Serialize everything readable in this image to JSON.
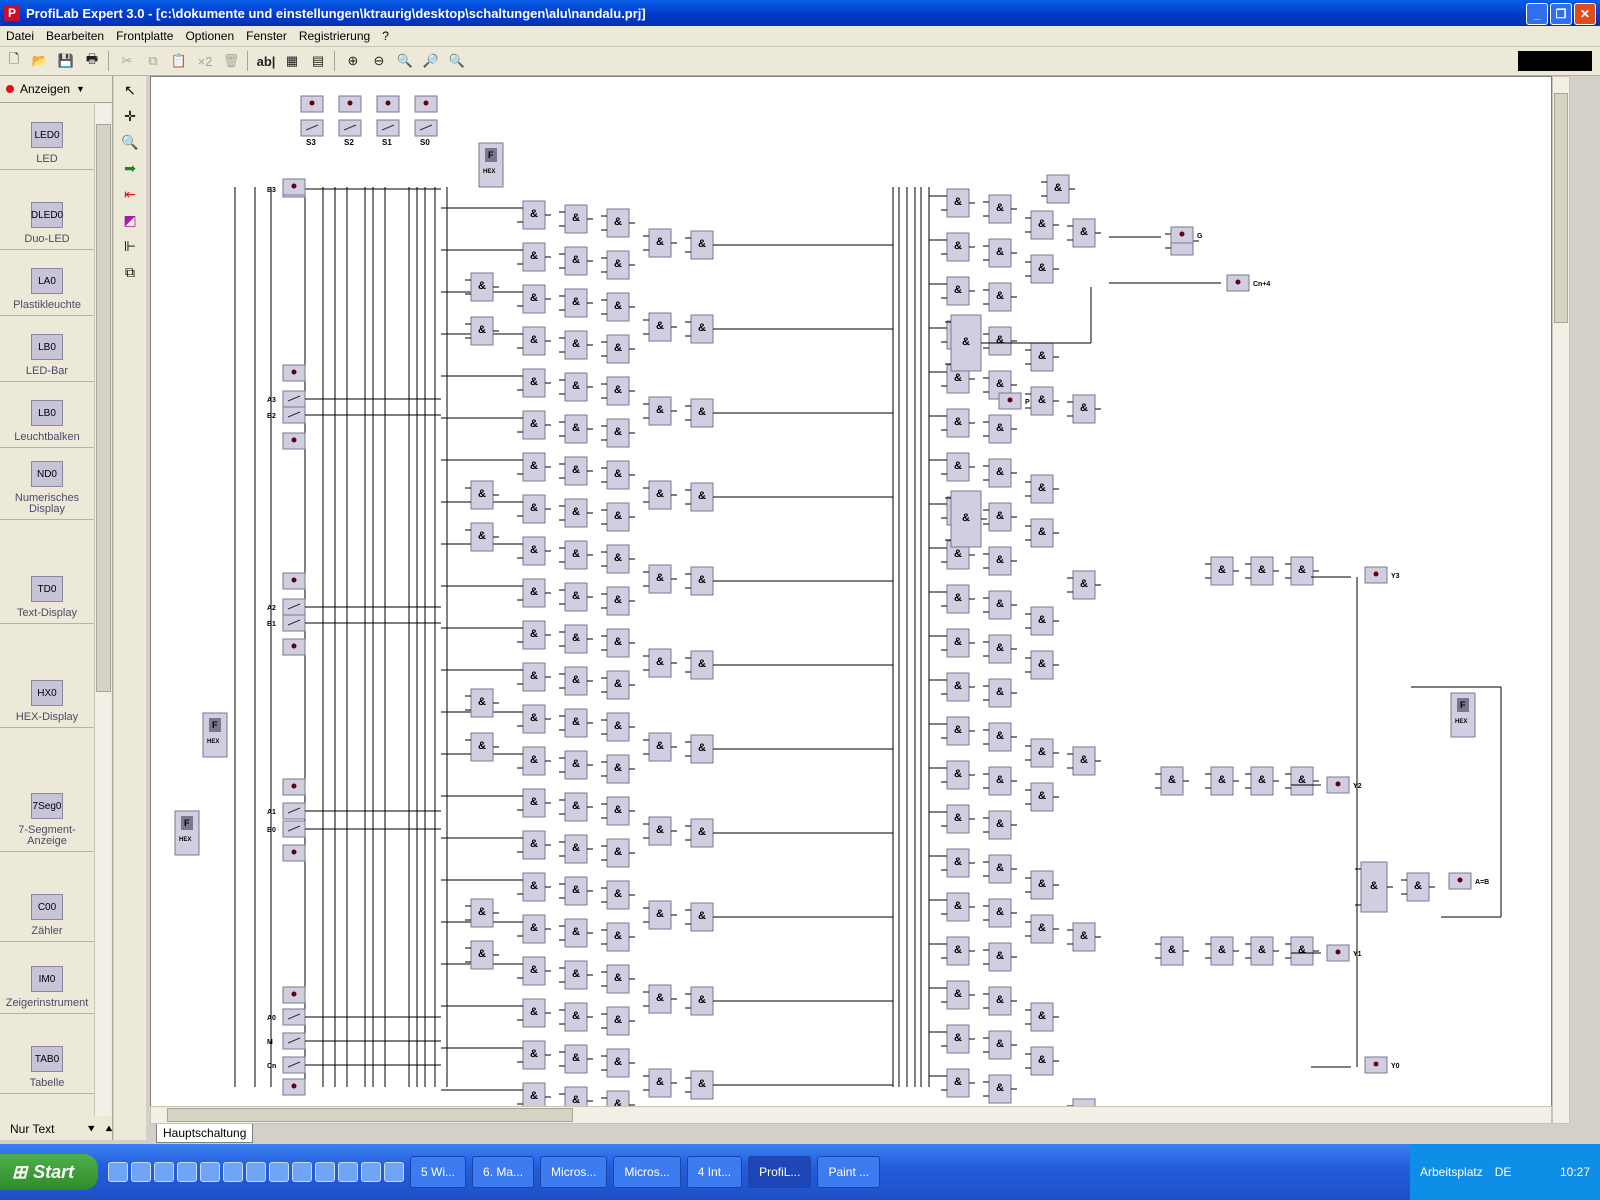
{
  "window": {
    "title": "ProfiLab Expert 3.0 - [c:\\dokumente und einstellungen\\ktraurig\\desktop\\schaltungen\\alu\\nandalu.prj]",
    "icon_letter": "P"
  },
  "menu": [
    "Datei",
    "Bearbeiten",
    "Frontplatte",
    "Optionen",
    "Fenster",
    "Registrierung",
    "?"
  ],
  "toolbar": {
    "text_tool_label": "ab|",
    "copy_count_label": "×2"
  },
  "palette": {
    "category": "Anzeigen",
    "items": [
      {
        "label": "LED",
        "code": "LED0"
      },
      {
        "label": "Duo-LED",
        "code": "DLED0"
      },
      {
        "label": "Plastikleuchte",
        "code": "LA0"
      },
      {
        "label": "LED-Bar",
        "code": "LB0"
      },
      {
        "label": "Leuchtbalken",
        "code": "LB0"
      },
      {
        "label": "Numerisches Display",
        "code": "ND0"
      },
      {
        "label": "Text-Display",
        "code": "TD0"
      },
      {
        "label": "HEX-Display",
        "code": "HX0"
      },
      {
        "label": "7-Segment-Anzeige",
        "code": "7Seg0"
      },
      {
        "label": "Zähler",
        "code": "C00"
      },
      {
        "label": "Zeigerinstrument",
        "code": "IM0"
      },
      {
        "label": "Tabelle",
        "code": "TAB0"
      }
    ],
    "footer": "Nur Text"
  },
  "circuit": {
    "switch_labels": [
      "S3",
      "S2",
      "S1",
      "S0"
    ],
    "input_labels": [
      "B3",
      "A3",
      "B2",
      "A2",
      "B1",
      "A1",
      "B0",
      "A0",
      "M",
      "Cn"
    ],
    "output_labels": [
      "G",
      "Cn+4",
      "P",
      "Y3",
      "Y2",
      "Y1",
      "Y0",
      "A=B"
    ],
    "gate_symbol": "&",
    "hex_label": "HEX",
    "hex_glyph": "F"
  },
  "sheet_tab": "Hauptschaltung",
  "taskbar": {
    "start": "Start",
    "tasks": [
      "5 Wi...",
      "6. Ma...",
      "Micros...",
      "Micros...",
      "4 Int...",
      "ProfiL...",
      "Paint ..."
    ],
    "active_index": 5,
    "tray_text": "Arbeitsplatz",
    "lang": "DE",
    "clock": "10:27"
  },
  "colors": {
    "titlebar": "#0039c6",
    "canvas": "#ffffff",
    "wire": "#000000",
    "gate_fill": "#d0cee0"
  }
}
